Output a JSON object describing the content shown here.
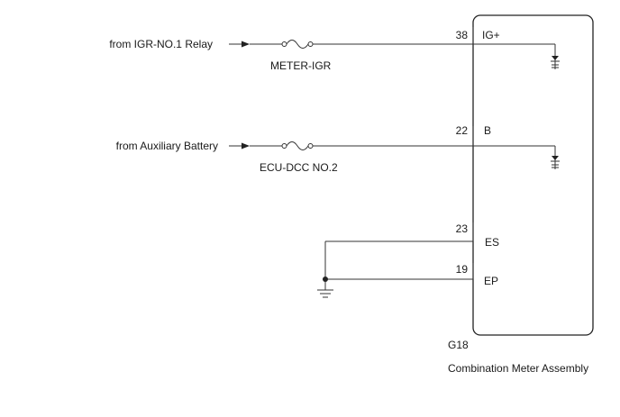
{
  "sources": {
    "igr_relay": "from IGR-NO.1 Relay",
    "aux_battery": "from Auxiliary Battery"
  },
  "fuses": {
    "meter_igr": "METER-IGR",
    "ecu_dcc": "ECU-DCC NO.2"
  },
  "pins": [
    {
      "number": "38",
      "name": "IG+"
    },
    {
      "number": "22",
      "name": "B"
    },
    {
      "number": "23",
      "name": "ES"
    },
    {
      "number": "19",
      "name": "EP"
    }
  ],
  "component": {
    "connector": "G18",
    "name": "Combination Meter Assembly"
  },
  "icons": {
    "fuse": "fuse-icon",
    "ground": "ground-icon",
    "diode": "diode-icon",
    "arrow": "arrow-icon"
  },
  "colors": {
    "line": "#333333",
    "text": "#1a1a1a",
    "background": "#ffffff"
  }
}
